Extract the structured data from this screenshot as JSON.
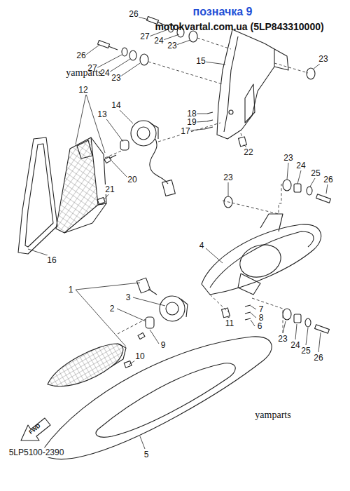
{
  "diagram": {
    "title": "позначка 9",
    "labels": [
      "motokvartal.com.ua (5LP843310000)",
      "26",
      "27",
      "24",
      "23",
      "26",
      "27",
      "24",
      "23",
      "15",
      "23",
      "yamparts",
      "12",
      "13",
      "14",
      "18",
      "19",
      "17",
      "22",
      "20",
      "21",
      "16",
      "23",
      "23",
      "24",
      "25",
      "26",
      "4",
      "3",
      "1",
      "2",
      "7",
      "8",
      "6",
      "11",
      "23",
      "24",
      "25",
      "26",
      "9",
      "10",
      "yamparts",
      "FWD",
      "5LP5100-2390",
      "5"
    ]
  }
}
